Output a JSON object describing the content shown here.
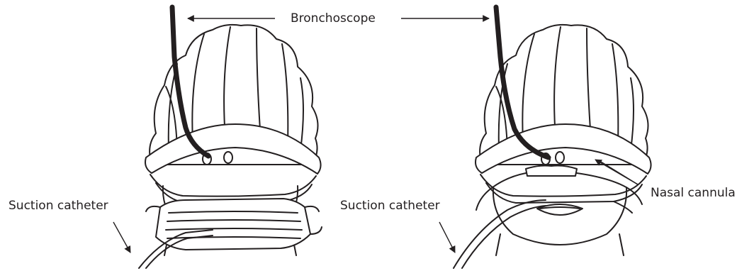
{
  "labels": {
    "bronchoscope": "Bronchoscope",
    "suction_left": "Suction catheter",
    "suction_right": "Suction catheter",
    "nasal_cannula": "Nasal cannula"
  },
  "colors": {
    "ink": "#231f20",
    "background": "#ffffff"
  },
  "panels": [
    {
      "id": "left",
      "face_covering": "surgical-mask"
    },
    {
      "id": "right",
      "face_covering": "nasal-cannula"
    }
  ]
}
